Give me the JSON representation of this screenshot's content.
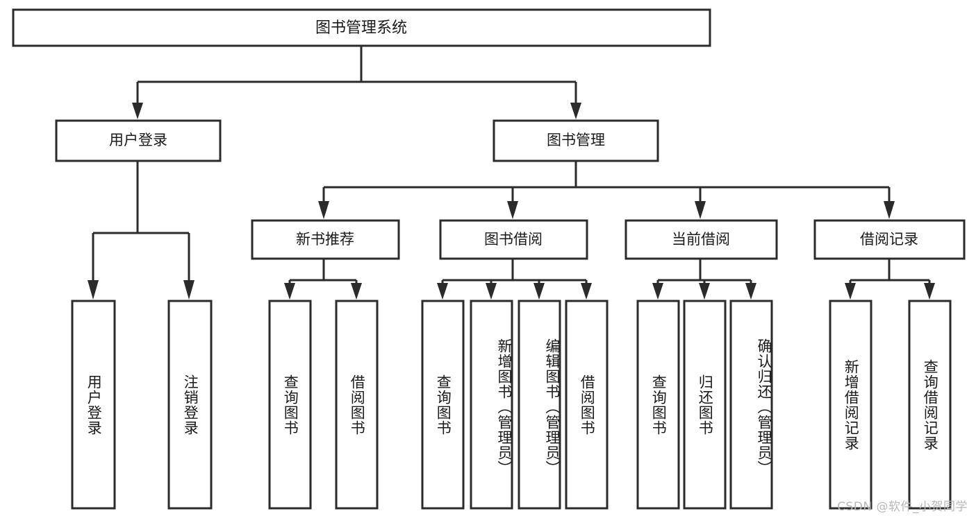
{
  "diagram": {
    "type": "tree-hierarchy",
    "title": "图书管理系统",
    "watermark": "CSDN @软件_小贺同学",
    "colors": {
      "stroke": "#2b2b2b",
      "fill": "#ffffff",
      "text": "#1a1a1a",
      "watermark": "#b8b8b8"
    },
    "root": {
      "label": "图书管理系统"
    },
    "level1": [
      {
        "label": "用户登录"
      },
      {
        "label": "图书管理"
      }
    ],
    "level2": [
      {
        "label": "新书推荐"
      },
      {
        "label": "图书借阅"
      },
      {
        "label": "当前借阅"
      },
      {
        "label": "借阅记录"
      }
    ],
    "leaves_user_login": [
      {
        "label": "用户登录"
      },
      {
        "label": "注销登录"
      }
    ],
    "leaves_new_books": [
      {
        "label": "查询图书"
      },
      {
        "label": "借阅图书"
      }
    ],
    "leaves_borrow": [
      {
        "label": "查询图书"
      },
      {
        "label": "新增图书（管理员）"
      },
      {
        "label": "编辑图书（管理员）"
      },
      {
        "label": "借阅图书"
      }
    ],
    "leaves_current": [
      {
        "label": "查询图书"
      },
      {
        "label": "归还图书"
      },
      {
        "label": "确认归还（管理员）"
      }
    ],
    "leaves_records": [
      {
        "label": "新增借阅记录"
      },
      {
        "label": "查询借阅记录"
      }
    ]
  }
}
